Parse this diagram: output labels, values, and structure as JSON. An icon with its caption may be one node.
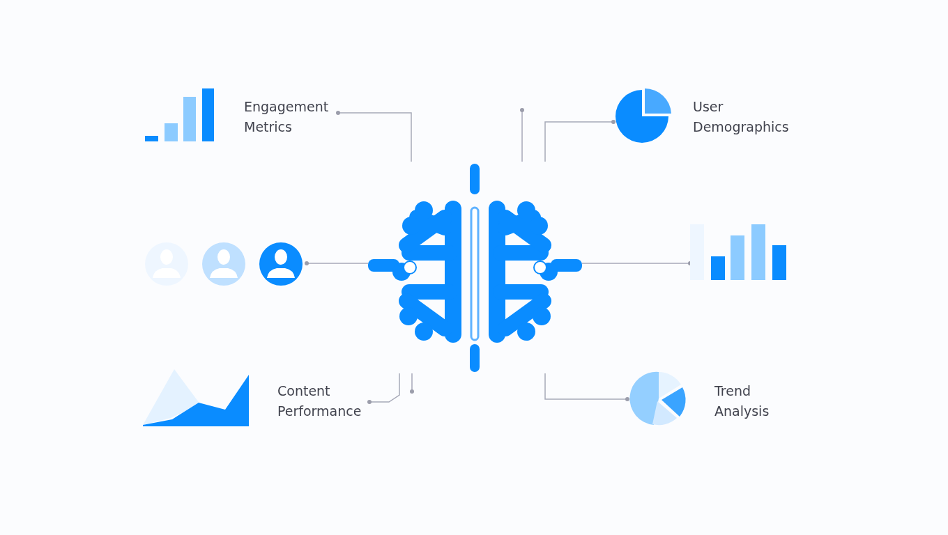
{
  "diagram": {
    "nodes": [
      {
        "text": [
          "Engagement Metrics"
        ]
      },
      {
        "text": [
          "User Demographics"
        ]
      },
      {
        "text": [],
        "shape": "person"
      },
      {
        "text": [],
        "shape": "picture"
      },
      {
        "text": [],
        "shape": "picture"
      },
      {
        "text": [
          "Content Performance"
        ]
      },
      {
        "text": [
          "Trend Analysis"
        ]
      }
    ],
    "edges": [
      {
        "from": 0,
        "to": 3,
        "arrow": "other"
      },
      {
        "from": 1,
        "to": 3,
        "arrow": "other"
      },
      {
        "from": 2,
        "to": 3,
        "arrow": "other"
      },
      {
        "from": 4,
        "to": 3,
        "arrow": "other"
      },
      {
        "from": 5,
        "to": 3,
        "arrow": "other"
      },
      {
        "from": 6,
        "to": 3,
        "arrow": "other"
      },
      {
        "from": null,
        "to": 3,
        "arrow": "other"
      },
      {
        "from": null,
        "to": 3,
        "arrow": "other"
      }
    ]
  }
}
